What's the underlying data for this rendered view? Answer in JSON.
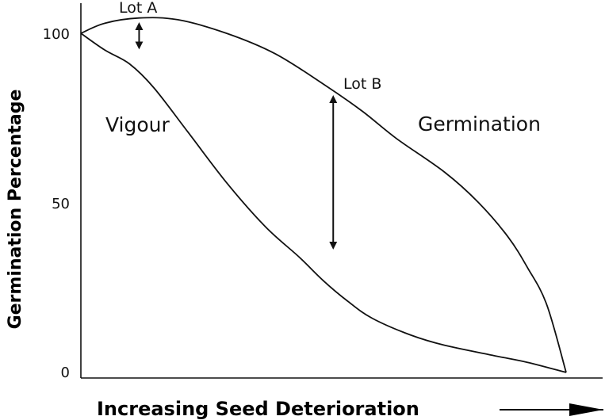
{
  "chart_data": {
    "type": "line",
    "title": "",
    "xlabel": "Increasing Seed Deterioration",
    "ylabel": "Germination Percentage",
    "ylim": [
      0,
      100
    ],
    "xlim": [
      0,
      100
    ],
    "y_ticks": [
      "0",
      "50",
      "100"
    ],
    "grid": false,
    "series": [
      {
        "name": "Germination",
        "x": [
          0,
          5,
          12,
          20,
          30,
          40,
          50,
          58,
          65,
          75,
          82,
          88,
          92,
          96,
          100
        ],
        "y": [
          100,
          103,
          104.5,
          104,
          100,
          94,
          85,
          77,
          69,
          59,
          50,
          40,
          31,
          20,
          0
        ]
      },
      {
        "name": "Vigour",
        "x": [
          0,
          5,
          10,
          15,
          22,
          30,
          38,
          45,
          50,
          55,
          60,
          68,
          75,
          85,
          92,
          100
        ],
        "y": [
          100,
          95,
          91,
          84,
          71,
          56,
          43,
          34,
          27,
          21,
          16,
          11,
          8,
          5,
          3,
          0
        ]
      }
    ],
    "annotations": [
      {
        "label": "Lot A",
        "x": 12,
        "y_from": 103.5,
        "y_to": 95
      },
      {
        "label": "Lot B",
        "x": 52,
        "y_from": 82,
        "y_to": 36
      }
    ],
    "x_axis_arrow": "→"
  }
}
